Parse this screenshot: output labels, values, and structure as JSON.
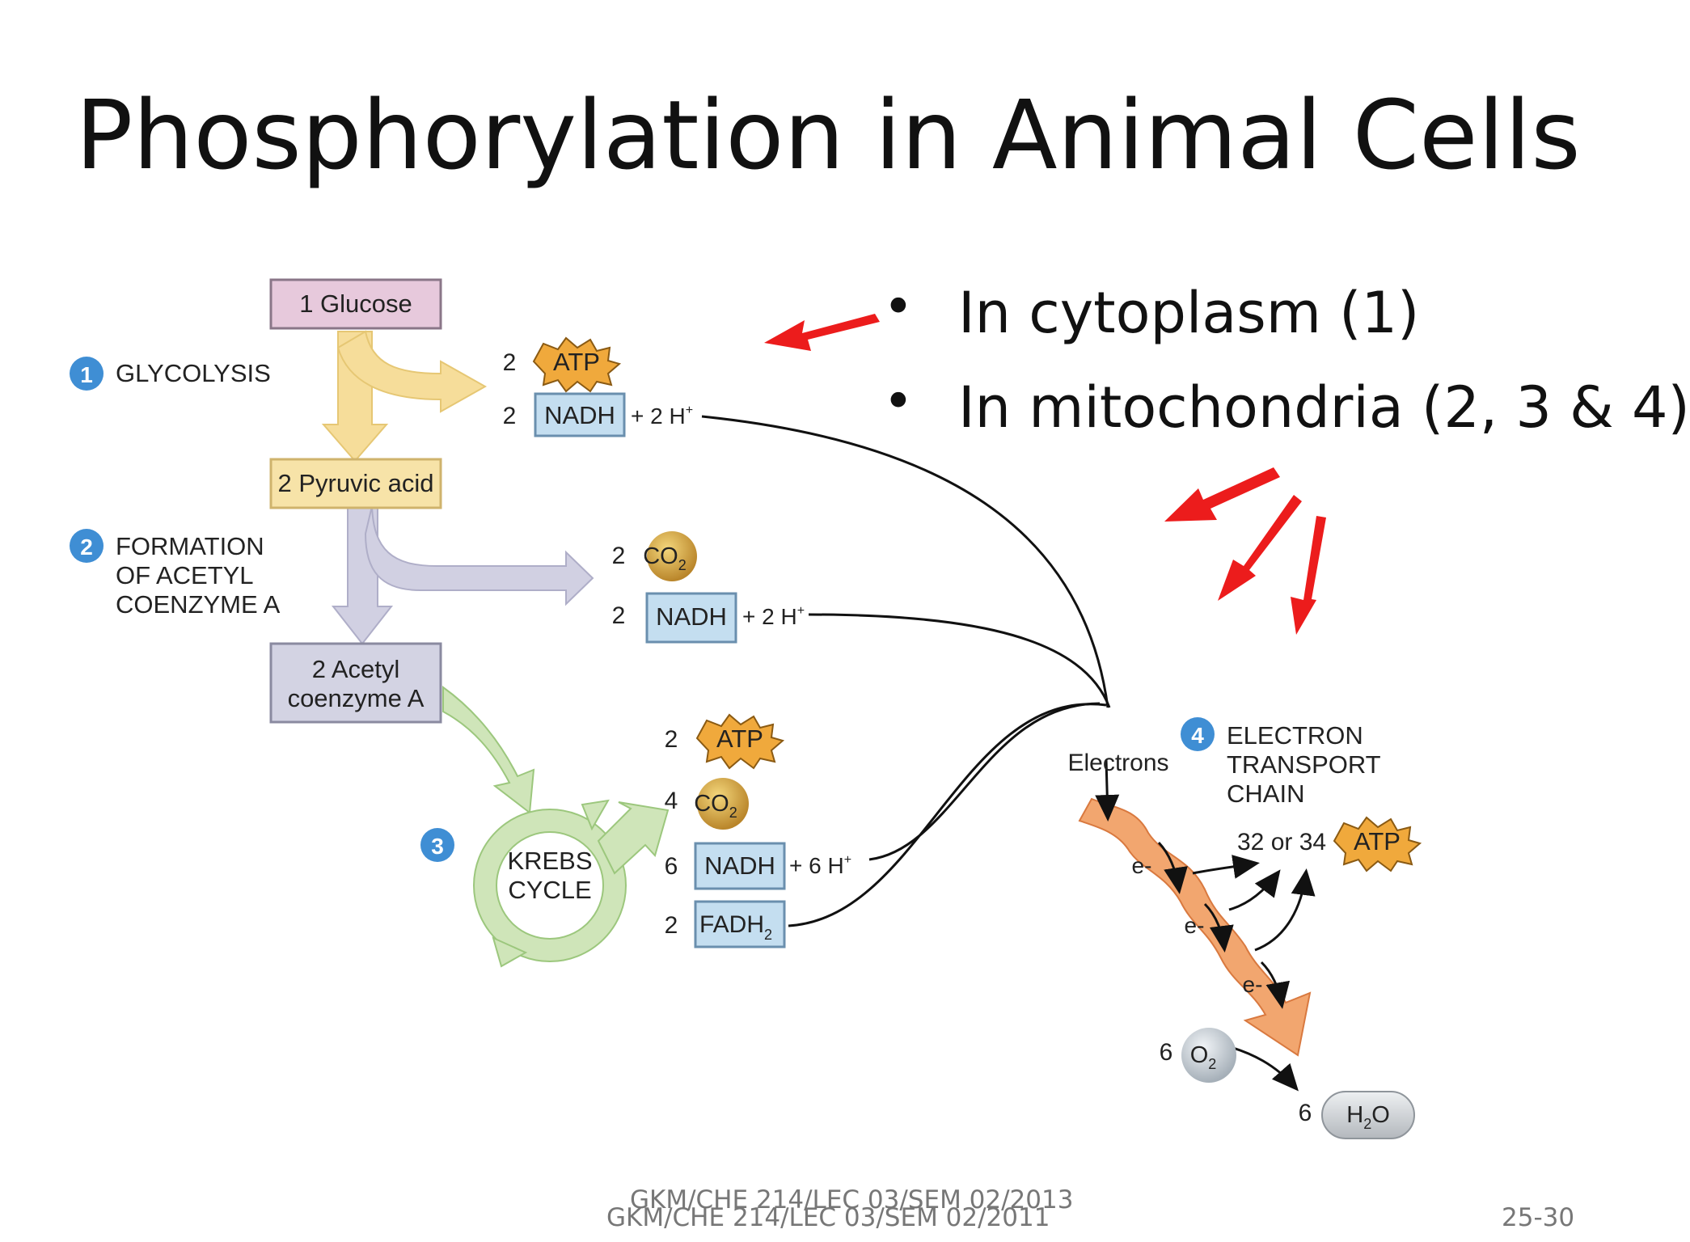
{
  "slide": {
    "title": "Phosphorylation in Animal Cells",
    "bullets": [
      "In cytoplasm (1)",
      "In mitochondria (2, 3 & 4)"
    ],
    "footer_line1": "GKM/CHE 214/LEC 03/SEM 02/2013",
    "footer_line2": "GKM/CHE 214/LEC 03/SEM 02/2011",
    "page_number": "25-30"
  },
  "diagram": {
    "nodes": {
      "glucose": "1 Glucose",
      "pyruvic_acid": "2 Pyruvic acid",
      "acetyl_line1": "2 Acetyl",
      "acetyl_line2": "coenzyme A",
      "krebs_line1": "KREBS",
      "krebs_line2": "CYCLE"
    },
    "steps": {
      "step1_number": "1",
      "step1_label": "GLYCOLYSIS",
      "step2_number": "2",
      "step2_line1": "FORMATION",
      "step2_line2": "OF ACETYL",
      "step2_line3": "COENZYME A",
      "step3_number": "3",
      "step4_number": "4",
      "step4_line1": "ELECTRON",
      "step4_line2": "TRANSPORT",
      "step4_line3": "CHAIN"
    },
    "glycolysis_products": {
      "atp_count": "2",
      "atp": "ATP",
      "nadh_count": "2",
      "nadh": "NADH",
      "h_plus": "+ 2 H",
      "plus_sign": "+"
    },
    "acetyl_products": {
      "co2_count": "2",
      "co2": "CO",
      "co2_sub": "2",
      "nadh_count": "2",
      "nadh": "NADH",
      "h_plus": "+ 2 H",
      "plus_sign": "+"
    },
    "krebs_products": {
      "atp_count": "2",
      "atp": "ATP",
      "co2_count": "4",
      "co2": "CO",
      "co2_sub": "2",
      "nadh_count": "6",
      "nadh": "NADH",
      "h_plus": "+ 6 H",
      "plus_sign": "+",
      "fadh_count": "2",
      "fadh": "FADH",
      "fadh_sub": "2"
    },
    "etc": {
      "electrons_label": "Electrons",
      "electron": "e-",
      "atp_yield": "32 or 34",
      "atp": "ATP",
      "o2_count": "6",
      "o2": "O",
      "o2_sub": "2",
      "h2o_count": "6",
      "h2o_h": "H",
      "h2o_sub": "2",
      "h2o_o": "O"
    },
    "colors": {
      "glucose_box": "#e7c9dc",
      "pyruvic_box": "#f7e3a8",
      "acetyl_box": "#d3d3e3",
      "nadh_box": "#c4def0",
      "atp_star": "#f0a93c",
      "co2_ball": "#d9aa3a",
      "glycolysis_arrow": "#f6dd9a",
      "acetyl_arrow": "#d1d0e2",
      "krebs_arrow": "#cfe5b9",
      "etc_arrow": "#f2a66f",
      "step_badge": "#3f8ed4",
      "annotation_arrow": "#ec1c1c"
    }
  }
}
